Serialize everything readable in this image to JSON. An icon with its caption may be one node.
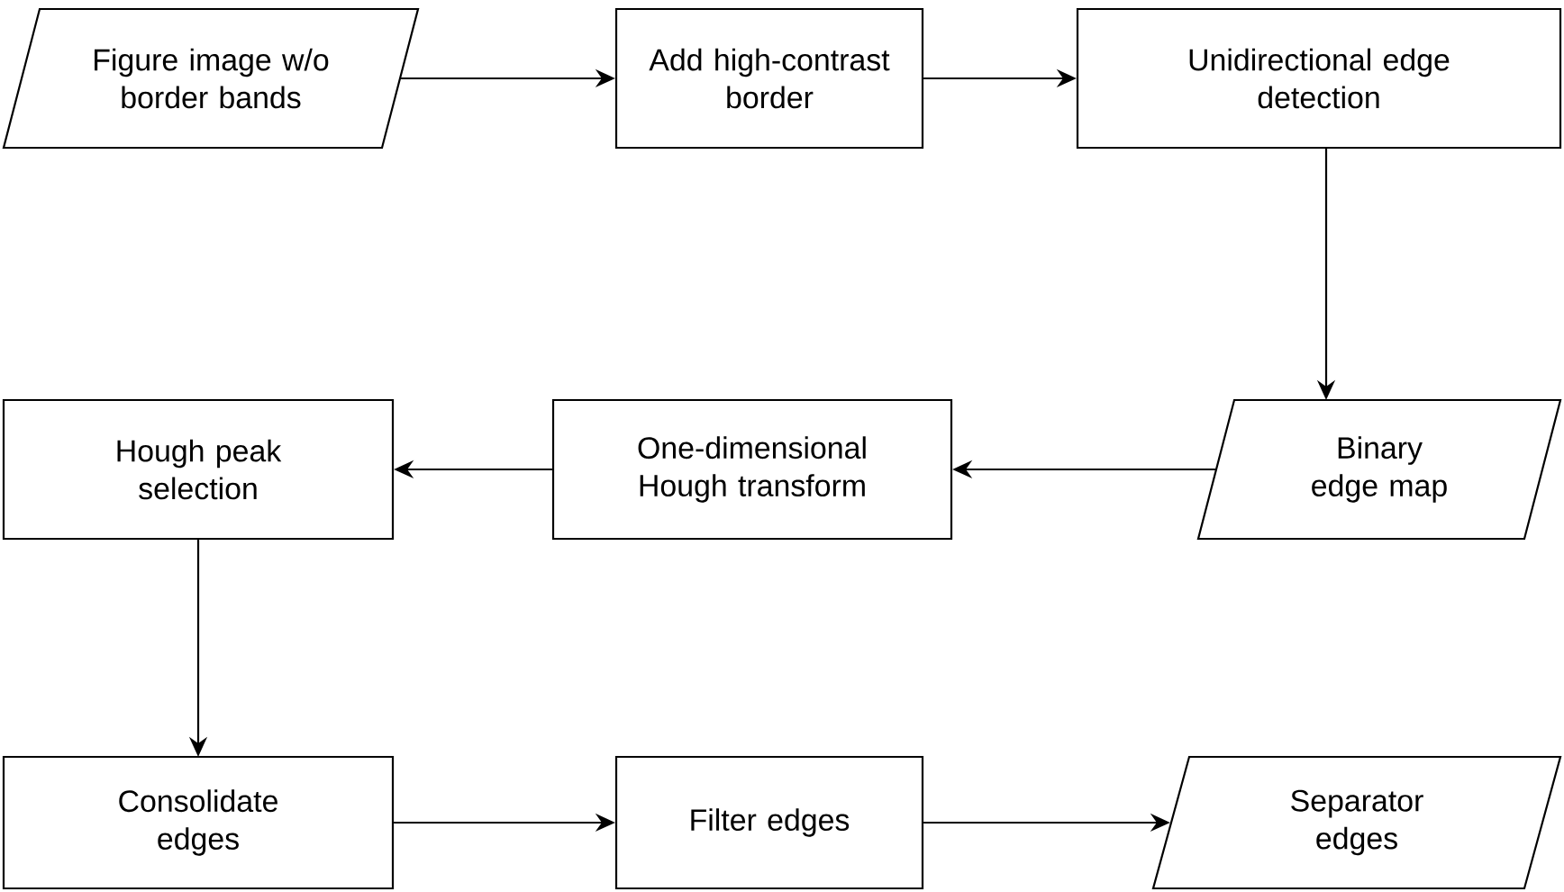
{
  "diagram": {
    "nodes": [
      {
        "text": [
          "Figure image w/o border bands"
        ]
      },
      {
        "text": [
          "Add high-contrast border"
        ]
      },
      {
        "text": [
          "Unidirectional edge detection"
        ]
      },
      {
        "text": [
          "Binary edge map"
        ]
      },
      {
        "text": [
          "One-dimensional Hough transform"
        ]
      },
      {
        "text": [
          "Hough peak selection"
        ]
      },
      {
        "text": [
          "Consolidate edges"
        ]
      },
      {
        "text": [
          "Filter edges"
        ]
      },
      {
        "text": [
          "Separator edges"
        ]
      }
    ],
    "edges": [
      {
        "from": 0,
        "to": 1,
        "arrow": "to"
      },
      {
        "from": 1,
        "to": 2,
        "arrow": "to"
      },
      {
        "from": 2,
        "to": 3,
        "arrow": "to"
      },
      {
        "from": 3,
        "to": 4,
        "arrow": "to"
      },
      {
        "from": 4,
        "to": 5,
        "arrow": "to"
      },
      {
        "from": 5,
        "to": 6,
        "arrow": "to"
      },
      {
        "from": 6,
        "to": 7,
        "arrow": "to"
      },
      {
        "from": 7,
        "to": 8,
        "arrow": "to"
      }
    ]
  }
}
